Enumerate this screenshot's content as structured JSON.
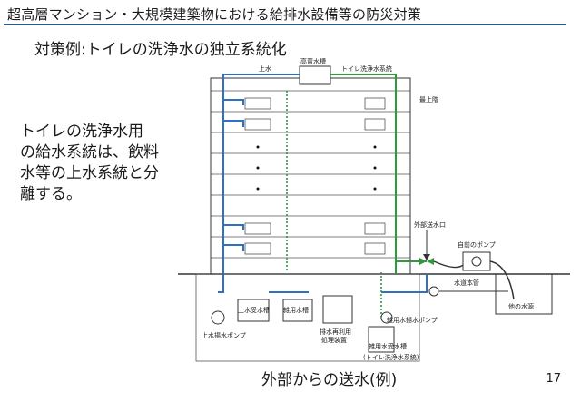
{
  "header": {
    "title": "超高層マンション・大規模建築物における給排水設備等の防災対策"
  },
  "subtitle": "対策例:トイレの洗浄水の独立系統化",
  "body_lines": [
    "トイレの洗浄水用",
    "の給水系統は、飲料",
    "水等の上水系統と分",
    "離する。"
  ],
  "caption": "外部からの送水(例)",
  "page_number": "17",
  "diagram": {
    "labels": {
      "elevated_tank": "高置水槽",
      "potable": "上水",
      "toilet_system": "トイレ洗浄水系統",
      "top_floor": "最上階",
      "external_inlet": "外部送水口",
      "own_pump": "自前のポンプ",
      "water_main": "水道本管",
      "potable_pump": "上水揚水ポンプ",
      "potable_tank": "上水受水槽",
      "misc_tank": "雑用水槽",
      "reuse_equipment": "排水再利用処理装置",
      "misc_pump": "雑用水揚水ポンプ",
      "misc_receive": "雑用水受水槽",
      "misc_receive_sub": "(トイレ洗浄水系統)",
      "other_source": "他の水源"
    },
    "colors": {
      "potable_line": "#2f6fc4",
      "toilet_line": "#2e9a3c",
      "outline": "#333333",
      "accent": "#2d5a86"
    }
  }
}
